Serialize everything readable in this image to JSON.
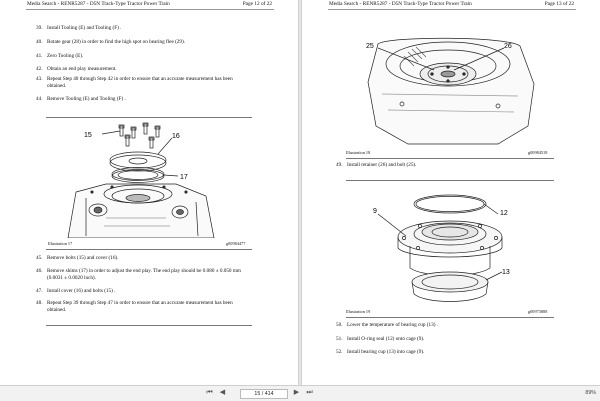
{
  "left_page": {
    "header_title": "Media Search - RENR5287 - D5N Track-Type Tractor Power Train",
    "header_page": "Page 12 of 22",
    "steps_top": [
      {
        "num": "39.",
        "text": "Install Tooling (E) and Tooling (F) ."
      },
      {
        "num": "40.",
        "text": "Rotate gear (28) in order to find the high spot on bearing flee (29)."
      },
      {
        "num": "41.",
        "text": "Zero Tooling (E)."
      },
      {
        "num": "42.",
        "text": "Obtain an end play measurement."
      },
      {
        "num": "43.",
        "text": "Repeat Step 40 through Step 42 in order to ensure that an accurate measurement has been",
        "text2": "obtained."
      },
      {
        "num": "44.",
        "text": "Remove Tooling (E) and Tooling (F) ."
      }
    ],
    "figure_callouts": {
      "c15": "15",
      "c16": "16",
      "c17": "17"
    },
    "caption_left": "Illustration 17",
    "caption_right": "g00984477",
    "steps_bottom": [
      {
        "num": "45.",
        "text": "Remove bolts (15) and cover (16)."
      },
      {
        "num": "46.",
        "text": "Remove shims (17) in order to adjust the end play. The end play should be 0.080 ± 0.050 mm",
        "text2": "(0.0031 ± 0.0020 inch)."
      },
      {
        "num": "47.",
        "text": "Install cover (16) and bolts (15) ."
      },
      {
        "num": "48.",
        "text": "Repeat Step 39 through Step 47 in order to ensure that an accurate measurement has been",
        "text2": "obtained."
      }
    ]
  },
  "right_page": {
    "header_title": "Media Search - RENR5287 - D5N Track-Type Tractor Power Train",
    "header_page": "Page 13 of 22",
    "fig1_callouts": {
      "c25": "25",
      "c26": "26"
    },
    "caption1_left": "Illustration 18",
    "caption1_right": "g00984518",
    "step49": {
      "num": "49.",
      "text": "Install retainer (26) and bolt (25)."
    },
    "fig2_callouts": {
      "c9": "9",
      "c12": "12",
      "c13": "13"
    },
    "caption2_left": "Illustration 19",
    "caption2_right": "g00973888",
    "steps_bottom": [
      {
        "num": "50.",
        "text": "Lower the temperature of bearing cup (13) ."
      },
      {
        "num": "51.",
        "text": "Install O-ring seal (12) onto cage (9)."
      },
      {
        "num": "52.",
        "text": "Install bearing cup (13) into cage (9)."
      }
    ]
  },
  "statusbar": {
    "page_indicator": "15 / 414",
    "zoom": "89%"
  }
}
